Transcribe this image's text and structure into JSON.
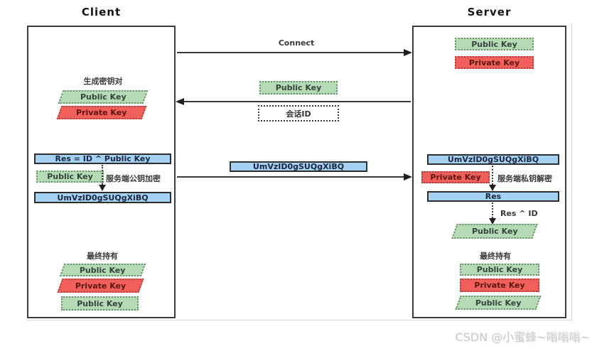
{
  "client": {
    "title": "Client",
    "keygen_label": "生成密钥对",
    "keygen_public": "Public Key",
    "keygen_private": "Private Key",
    "res_formula": "Res = ID ^ Public Key",
    "encrypt_key_label": "Public Key",
    "encrypt_note": "服务端公钥加密",
    "cipher_text": "UmVzID0gSUQgXiBQ",
    "final_label": "最终持有",
    "final_key_1": "Public Key",
    "final_key_2": "Private Key",
    "final_key_3": "Public Key"
  },
  "server": {
    "title": "Server",
    "own_public": "Public Key",
    "own_private": "Private Key",
    "cipher_text": "UmVzID0gSUQgXiBQ",
    "decrypt_key_label": "Private Key",
    "decrypt_note": "服务端私钥解密",
    "res_label": "Res",
    "verify_note": "Res ^ ID",
    "derived_public": "Public Key",
    "final_label": "最终持有",
    "final_key_1": "Public Key",
    "final_key_2": "Private Key",
    "final_key_3": "Public Key"
  },
  "messages": {
    "connect": "Connect",
    "public_key": "Public Key",
    "session_id": "会话ID",
    "cipher": "UmVzID0gSUQgXiBQ"
  },
  "watermark": "CSDN @小蜜蜂~嗡嗡嗡~",
  "colors": {
    "key_green": "#b5dab6",
    "key_red": "#f2605c",
    "data_blue": "#a5d2f3",
    "line_dark": "#3a3a3a",
    "watermark_gray": "#c9c9c9"
  }
}
